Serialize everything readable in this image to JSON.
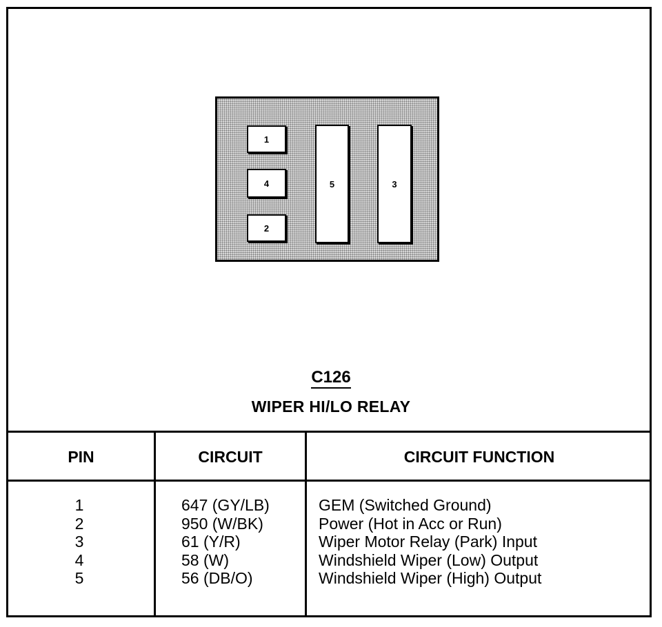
{
  "connector": {
    "pins": {
      "p1": "1",
      "p2": "2",
      "p3": "3",
      "p4": "4",
      "p5": "5"
    }
  },
  "caption": {
    "connector_id": "C126",
    "name": "WIPER HI/LO RELAY"
  },
  "table": {
    "headers": {
      "pin": "PIN",
      "circuit": "CIRCUIT",
      "function": "CIRCUIT FUNCTION"
    },
    "rows": [
      {
        "pin": "1",
        "circuit": "647 (GY/LB)",
        "function": "GEM (Switched Ground)"
      },
      {
        "pin": "2",
        "circuit": "950 (W/BK)",
        "function": "Power (Hot in Acc or Run)"
      },
      {
        "pin": "3",
        "circuit": "61 (Y/R)",
        "function": "Wiper Motor Relay (Park) Input"
      },
      {
        "pin": "4",
        "circuit": "58 (W)",
        "function": "Windshield Wiper (Low) Output"
      },
      {
        "pin": "5",
        "circuit": "56 (DB/O)",
        "function": "Windshield Wiper (High) Output"
      }
    ]
  }
}
